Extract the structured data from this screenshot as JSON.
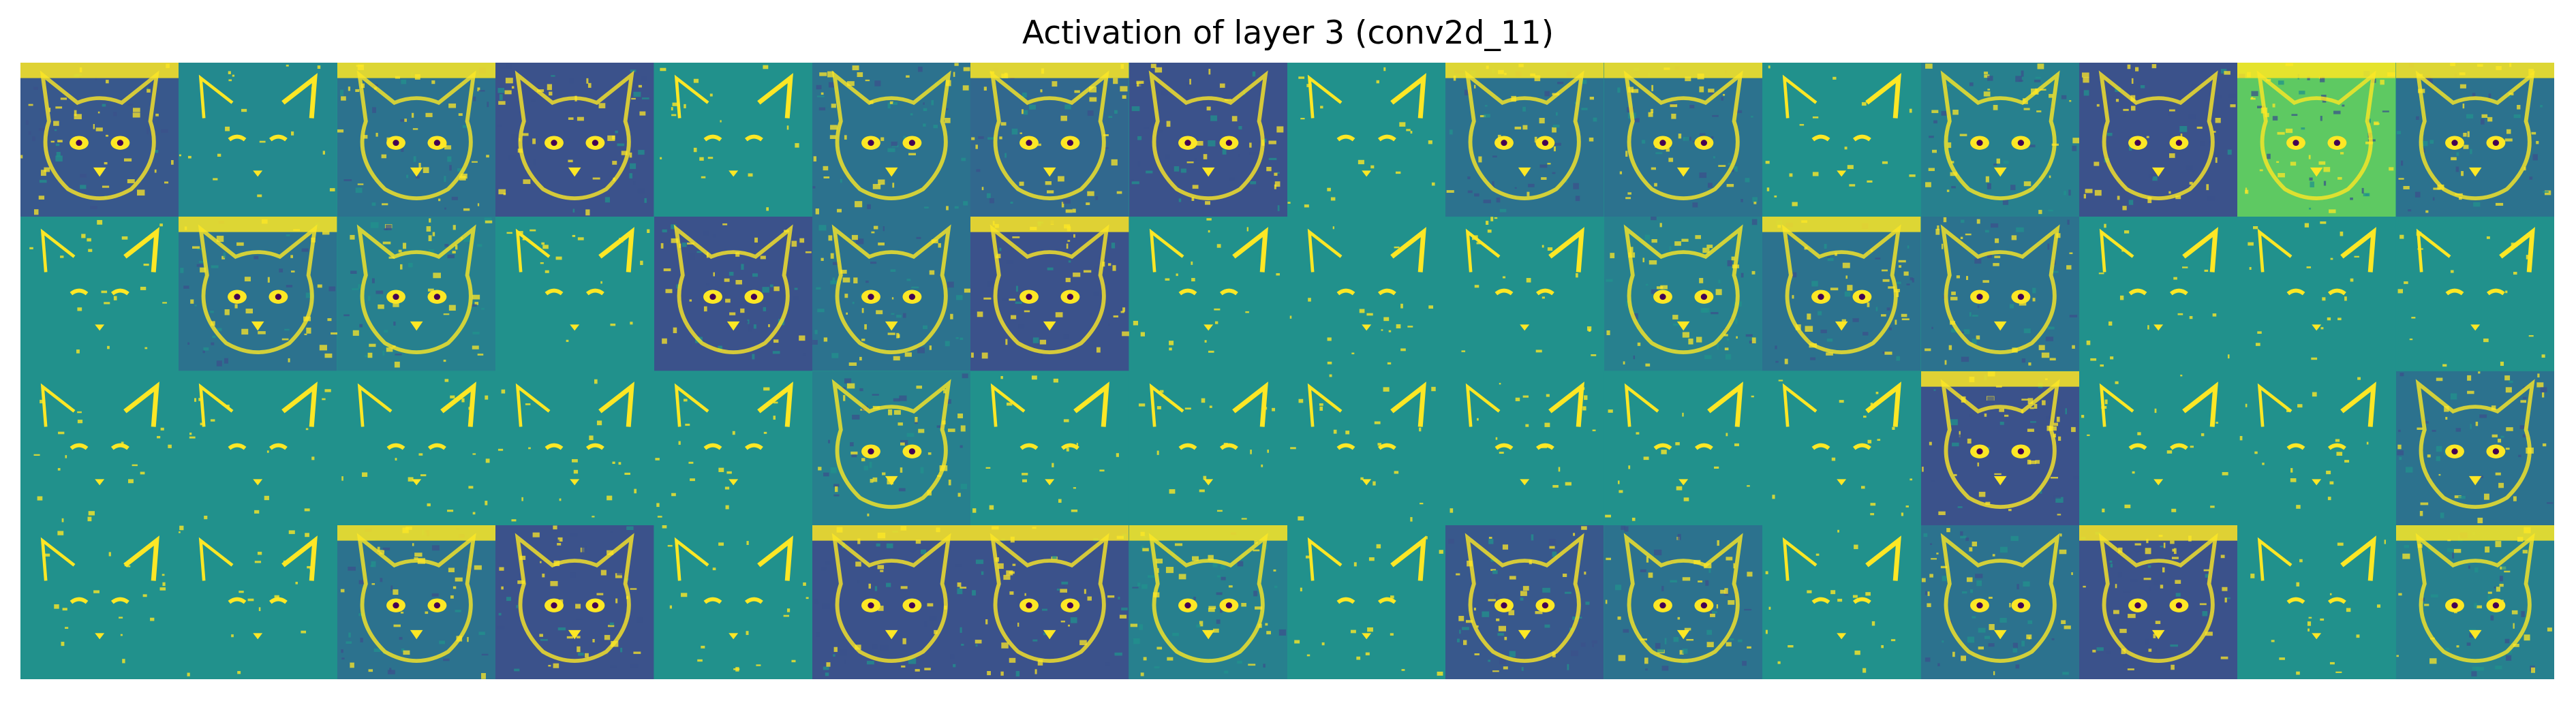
{
  "figure": {
    "title": "Activation of layer 3 (conv2d_11)"
  },
  "grid": {
    "rows": 4,
    "cols": 16,
    "colormap": "viridis",
    "colors": {
      "low": "#3b528b",
      "mid": "#21918c",
      "high": "#fde725",
      "light": "#5ec962",
      "dark": "#440154"
    }
  },
  "tiles": [
    {
      "bg": "#38588c",
      "style": "dense"
    },
    {
      "bg": "#23898e",
      "style": "sparse"
    },
    {
      "bg": "#2c728e",
      "style": "dense"
    },
    {
      "bg": "#3b528b",
      "style": "dense"
    },
    {
      "bg": "#21918c",
      "style": "sparse"
    },
    {
      "bg": "#2c728e",
      "style": "dense"
    },
    {
      "bg": "#31688e",
      "style": "dense"
    },
    {
      "bg": "#3b528b",
      "style": "dense"
    },
    {
      "bg": "#21918c",
      "style": "sparse"
    },
    {
      "bg": "#2c728e",
      "style": "dense"
    },
    {
      "bg": "#2c728e",
      "style": "dense"
    },
    {
      "bg": "#21918c",
      "style": "sparse"
    },
    {
      "bg": "#27808e",
      "style": "dense"
    },
    {
      "bg": "#3b528b",
      "style": "dense"
    },
    {
      "bg": "#5ec962",
      "style": "dense"
    },
    {
      "bg": "#2c728e",
      "style": "dense"
    },
    {
      "bg": "#21918c",
      "style": "sparse"
    },
    {
      "bg": "#2c728e",
      "style": "dense"
    },
    {
      "bg": "#27808e",
      "style": "dense"
    },
    {
      "bg": "#21918c",
      "style": "sparse"
    },
    {
      "bg": "#3b528b",
      "style": "dense"
    },
    {
      "bg": "#2c728e",
      "style": "dense"
    },
    {
      "bg": "#3b528b",
      "style": "dense"
    },
    {
      "bg": "#21918c",
      "style": "sparse"
    },
    {
      "bg": "#21918c",
      "style": "sparse"
    },
    {
      "bg": "#21918c",
      "style": "sparse"
    },
    {
      "bg": "#27808e",
      "style": "dense"
    },
    {
      "bg": "#2c728e",
      "style": "dense"
    },
    {
      "bg": "#2c728e",
      "style": "dense"
    },
    {
      "bg": "#21918c",
      "style": "sparse"
    },
    {
      "bg": "#21918c",
      "style": "sparse"
    },
    {
      "bg": "#21918c",
      "style": "sparse"
    },
    {
      "bg": "#21918c",
      "style": "sparse"
    },
    {
      "bg": "#21918c",
      "style": "sparse"
    },
    {
      "bg": "#21918c",
      "style": "sparse"
    },
    {
      "bg": "#21918c",
      "style": "sparse"
    },
    {
      "bg": "#21918c",
      "style": "sparse"
    },
    {
      "bg": "#27808e",
      "style": "dense"
    },
    {
      "bg": "#21918c",
      "style": "sparse"
    },
    {
      "bg": "#21918c",
      "style": "sparse"
    },
    {
      "bg": "#21918c",
      "style": "sparse"
    },
    {
      "bg": "#21918c",
      "style": "sparse"
    },
    {
      "bg": "#21918c",
      "style": "sparse"
    },
    {
      "bg": "#21918c",
      "style": "sparse"
    },
    {
      "bg": "#3b528b",
      "style": "dense"
    },
    {
      "bg": "#21918c",
      "style": "sparse"
    },
    {
      "bg": "#21918c",
      "style": "sparse"
    },
    {
      "bg": "#2c728e",
      "style": "dense"
    },
    {
      "bg": "#21918c",
      "style": "sparse"
    },
    {
      "bg": "#21918c",
      "style": "sparse"
    },
    {
      "bg": "#2c728e",
      "style": "dense"
    },
    {
      "bg": "#3b528b",
      "style": "dense"
    },
    {
      "bg": "#21918c",
      "style": "sparse"
    },
    {
      "bg": "#3b528b",
      "style": "dense"
    },
    {
      "bg": "#3b528b",
      "style": "dense"
    },
    {
      "bg": "#27808e",
      "style": "dense"
    },
    {
      "bg": "#21918c",
      "style": "sparse"
    },
    {
      "bg": "#38588c",
      "style": "dense"
    },
    {
      "bg": "#2c728e",
      "style": "dense"
    },
    {
      "bg": "#21918c",
      "style": "sparse"
    },
    {
      "bg": "#2c728e",
      "style": "dense"
    },
    {
      "bg": "#3b528b",
      "style": "dense"
    },
    {
      "bg": "#21918c",
      "style": "sparse"
    },
    {
      "bg": "#27808e",
      "style": "dense"
    }
  ]
}
